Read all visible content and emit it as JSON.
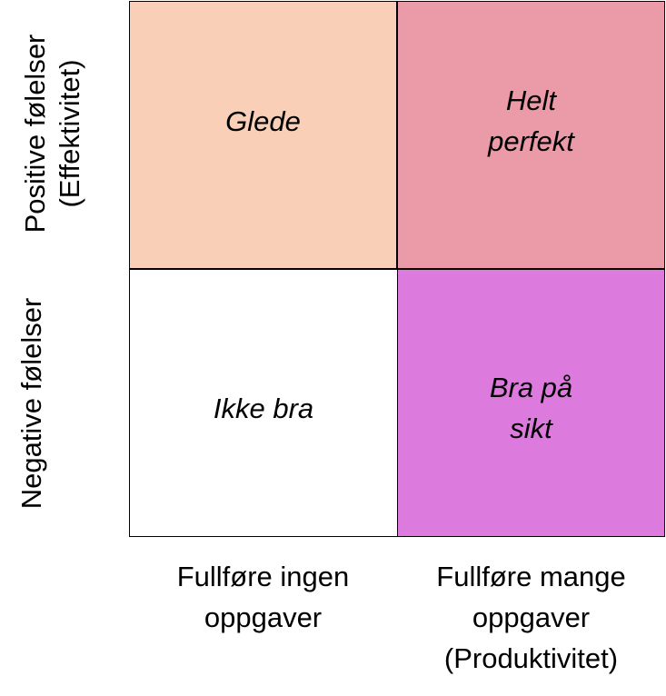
{
  "quadrants": {
    "top_left": {
      "lines": [
        "Glede"
      ],
      "color": "#f9d0b7"
    },
    "top_right": {
      "lines": [
        "Helt",
        "perfekt"
      ],
      "color": "#eb9aa7"
    },
    "bottom_left": {
      "lines": [
        "Ikke bra"
      ],
      "color": "#ffffff"
    },
    "bottom_right": {
      "lines": [
        "Bra på",
        "sikt"
      ],
      "color": "#dc7ade"
    }
  },
  "y_axis": {
    "top_label": [
      "Positive følelser",
      "(Effektivitet)"
    ],
    "bottom_label": [
      "Negative følelser"
    ]
  },
  "x_axis": {
    "left_label": [
      "Fullføre ingen",
      "oppgaver"
    ],
    "right_label": [
      "Fullføre mange",
      "oppgaver",
      "(Produktivitet)"
    ]
  }
}
